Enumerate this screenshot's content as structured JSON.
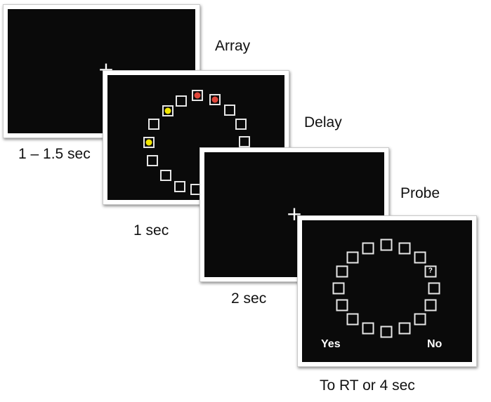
{
  "panels": {
    "fixation1": {
      "symbol": "+",
      "label": "1 – 1.5 sec"
    },
    "array": {
      "title": "Array",
      "label": "1 sec",
      "filled": [
        {
          "index": 0,
          "color": "#f2e600"
        },
        {
          "index": 2,
          "color": "#e0473b"
        },
        {
          "index": 3,
          "color": "#e0473b"
        },
        {
          "index": 9,
          "color": "#f2e600"
        }
      ]
    },
    "delay": {
      "title": "Delay",
      "symbol": "+",
      "label": "2 sec"
    },
    "probe": {
      "title": "Probe",
      "label": "To RT or 4 sec",
      "probe_symbol": "?",
      "yes_label": "Yes",
      "no_label": "No"
    }
  },
  "colors": {
    "screen": "#0a0a0a",
    "square_border": "#e6e6e6"
  }
}
